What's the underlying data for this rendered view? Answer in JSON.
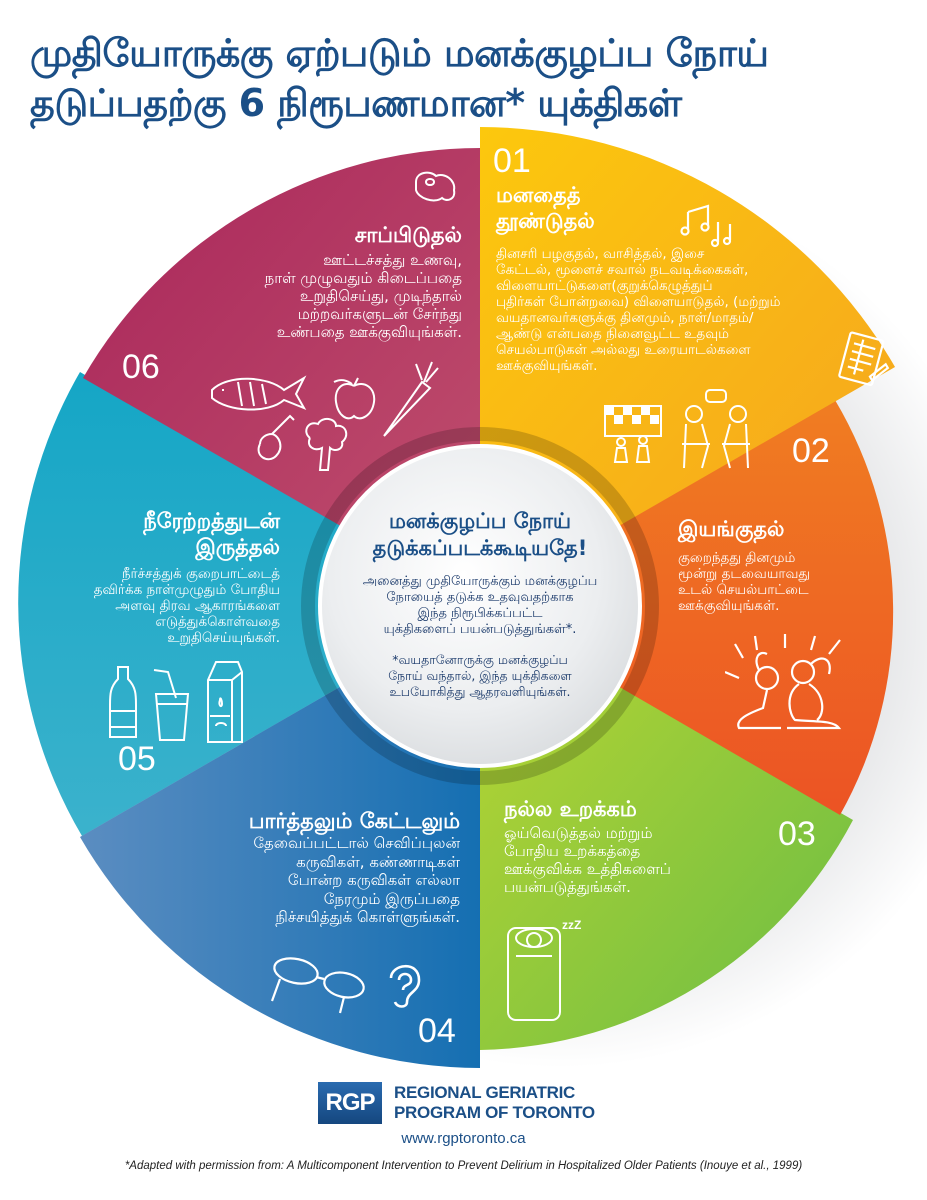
{
  "title": {
    "line1": "முதியோருக்கு ஏற்படும் மனக்குழப்ப நோய்",
    "line2": "தடுப்பதற்கு 6 நிரூபணமான* யுக்திகள்"
  },
  "colors": {
    "title_blue": "#1b4f87",
    "seg1_yellow": "#f7b514",
    "seg2_orange": "#ef6a23",
    "seg3_green": "#8dc63f",
    "seg4_blue": "#1f70b0",
    "seg5_teal": "#1fa9c5",
    "seg6_maroon": "#ae2c5a"
  },
  "segments": [
    {
      "number": "01",
      "heading_line1": "மனதைத்",
      "heading_line2": "தூண்டுதல்",
      "body": "தினசரி பழகுதல், வாசித்தல், இசை கேட்டல், மூளைச் சவால் நடவடிக்கைகள், விளையாட்டுகளை(குறுக்கெழுத்துப் புதிர்கள் போன்றவை) விளையாடுதல், (மற்றும் வயதானவர்களுக்கு தினமும், நாள்/மாதம்/ ஆண்டு என்பதை நினைவூட்ட உதவும் செயல்பாடுகள் அல்லது உரையாடல்களை ஊக்குவியுங்கள்.",
      "icons": [
        "music-notes-icon",
        "checklist-icon",
        "chess-icon",
        "conversation-icon"
      ]
    },
    {
      "number": "02",
      "heading": "இயங்குதல்",
      "body": "குறைந்தது தினமும் மூன்று தடவையாவது உடல் செயல்பாட்டை ஊக்குவியுங்கள்.",
      "icons": [
        "exercising-seniors-icon"
      ]
    },
    {
      "number": "03",
      "heading": "நல்ல உறக்கம்",
      "body": "ஓய்வெடுத்தல் மற்றும் போதிய உறக்கத்தை ஊக்குவிக்க உத்திகளைப் பயன்படுத்துங்கள்.",
      "zzz": "zzZ",
      "icons": [
        "sleeping-person-icon"
      ]
    },
    {
      "number": "04",
      "heading": "பார்த்தலும் கேட்டலும்",
      "body": "தேவைப்பட்டால் செவிப்புலன் கருவிகள், கண்ணாடிகள் போன்ற கருவிகள் எல்லா நேரமும் இருப்பதை நிச்சயித்துக் கொள்ளுங்கள்.",
      "icons": [
        "eyeglasses-icon",
        "ear-icon"
      ]
    },
    {
      "number": "05",
      "heading_line1": "நீரேற்றத்துடன்",
      "heading_line2": "இருத்தல்",
      "body": "நீர்ச்சத்துக் குறைபாட்டைத் தவிர்க்க நாள்முழுதும் போதிய அளவு திரவ ஆகாரங்களை எடுத்துக்கொள்வதை உறுதிசெய்யுங்கள்.",
      "icons": [
        "bottle-icon",
        "glass-with-straw-icon",
        "milk-carton-icon"
      ]
    },
    {
      "number": "06",
      "heading": "சாப்பிடுதல்",
      "body": "ஊட்டச்சத்து உணவு, நாள் முழுவதும் கிடைப்பதை உறுதிசெய்து, முடிந்தால் மற்றவர்களுடன் சேர்ந்து உண்பதை ஊக்குவியுங்கள்.",
      "icons": [
        "steak-icon",
        "fish-icon",
        "apple-icon",
        "carrot-icon",
        "chicken-leg-icon",
        "broccoli-icon"
      ]
    }
  ],
  "seg1_body_lines": [
    "தினசரி பழகுதல், வாசித்தல், இசை",
    "கேட்டல், மூளைச் சவால் நடவடிக்கைகள்,",
    "விளையாட்டுகளை(குறுக்கெழுத்துப்",
    "புதிர்கள் போன்றவை) விளையாடுதல், (மற்றும்",
    "வயதானவர்களுக்கு தினமும், நாள்/மாதம்/",
    "ஆண்டு என்பதை நினைவூட்ட உதவும்",
    "செயல்பாடுகள் அல்லது உரையாடல்களை",
    "ஊக்குவியுங்கள்."
  ],
  "seg2_body_lines": [
    "குறைந்தது தினமும்",
    "மூன்று தடவையாவது",
    "உடல் செயல்பாட்டை",
    "ஊக்குவியுங்கள்."
  ],
  "seg3_body_lines": [
    "ஓய்வெடுத்தல் மற்றும்",
    "போதிய  உறக்கத்தை",
    "ஊக்குவிக்க உத்திகளைப்",
    "பயன்படுத்துங்கள்."
  ],
  "seg4_body_lines": [
    "தேவைப்பட்டால் செவிப்புலன்",
    "கருவிகள், கண்ணாடிகள்",
    "போன்ற கருவிகள் எல்லா",
    "நேரமும் இருப்பதை",
    "நிச்சயித்துக் கொள்ளுங்கள்."
  ],
  "seg5_body_lines": [
    "நீர்ச்சத்துக் குறைபாட்டைத்",
    "தவிர்க்க நாள்முழுதும் போதிய",
    "அளவு திரவ ஆகாரங்களை",
    "எடுத்துக்கொள்வதை",
    "உறுதிசெய்யுங்கள்."
  ],
  "seg6_body_lines": [
    "ஊட்டச்சத்து உணவு,",
    "நாள் முழுவதும் கிடைப்பதை",
    "உறுதிசெய்து, முடிந்தால்",
    "மற்றவர்களுடன் சேர்ந்து",
    "உண்பதை ஊக்குவியுங்கள்."
  ],
  "center": {
    "heading_line1": "மனக்குழப்ப நோய்",
    "heading_line2": "தடுக்கப்படக்கூடியதே!",
    "body_lines": [
      "அனைத்து முதியோருக்கும் மனக்குழப்ப",
      "நோயைத் தடுக்க உதவுவதற்காக",
      "இந்த நிரூபிக்கப்பட்ட",
      "யுக்திகளைப் பயன்படுத்துங்கள்*."
    ],
    "note_lines": [
      "*வயதானோருக்கு மனக்குழப்ப",
      "நோய் வந்தால், இந்த யுக்திகளை",
      "உபயோகித்து ஆதரவளியுங்கள்."
    ]
  },
  "footer": {
    "logo_abbr": "RGP",
    "logo_line1": "REGIONAL GERIATRIC",
    "logo_line2": "PROGRAM OF TORONTO",
    "url": "www.rgptoronto.ca",
    "footnote": "*Adapted with permission from: A Multicomponent Intervention to Prevent Delirium in Hospitalized Older Patients (Inouye et al., 1999)"
  }
}
